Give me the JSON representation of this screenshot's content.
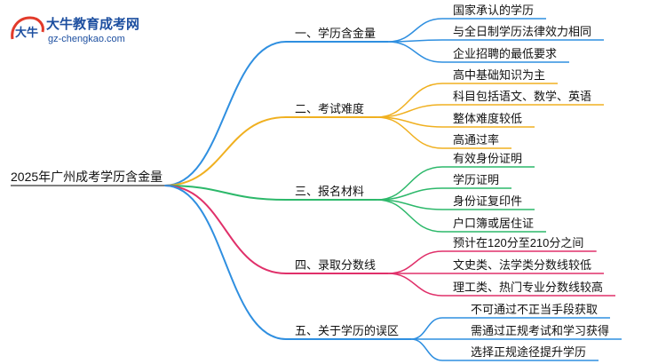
{
  "logo": {
    "name": "大牛教育成考网",
    "url": "gz-chengkao.com",
    "mark_text": "大牛"
  },
  "root": "2025年广州成考学历含金量",
  "branches": [
    {
      "label": "一、学历含金量",
      "color": "#2f8fe0",
      "children": [
        "国家承认的学历",
        "与全日制学历法律效力相同",
        "企业招聘的最低要求"
      ]
    },
    {
      "label": "二、考试难度",
      "color": "#f0b020",
      "children": [
        "高中基础知识为主",
        "科目包括语文、数学、英语",
        "整体难度较低",
        "高通过率"
      ]
    },
    {
      "label": "三、报名材料",
      "color": "#2cb86a",
      "children": [
        "有效身份证明",
        "学历证明",
        "身份证复印件",
        "户口簿或居住证"
      ]
    },
    {
      "label": "四、录取分数线",
      "color": "#e0306a",
      "children": [
        "预计在120分至210分之间",
        "文史类、法学类分数线较低",
        "理工类、热门专业分数线较高"
      ]
    },
    {
      "label": "五、关于学历的误区",
      "color": "#2f8fe0",
      "children": [
        "不可通过不正当手段获取",
        "需通过正规考试和学习获得",
        "选择正规途径提升学历"
      ]
    }
  ]
}
